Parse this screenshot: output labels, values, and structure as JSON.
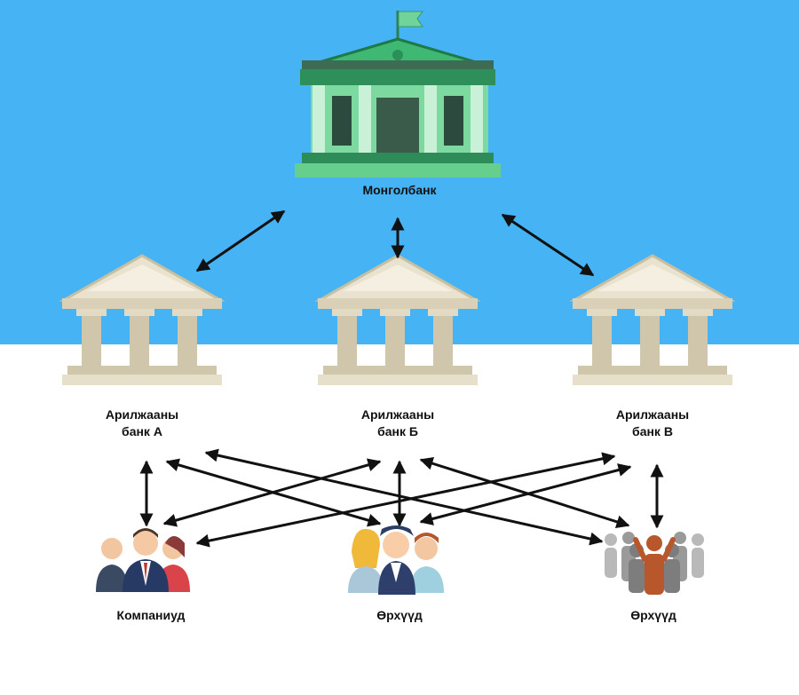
{
  "diagram": {
    "central_bank": {
      "label": "Монголбанк"
    },
    "banks": [
      {
        "label_line1": "Арилжааны",
        "label_line2": "банк А"
      },
      {
        "label_line1": "Арилжааны",
        "label_line2": "банк Б"
      },
      {
        "label_line1": "Арилжааны",
        "label_line2": "банк В"
      }
    ],
    "clients": [
      {
        "label": "Компаниуд"
      },
      {
        "label": "Өрхүүд"
      },
      {
        "label": "Өрхүүд"
      }
    ]
  },
  "colors": {
    "sky": "#46b3f5",
    "central_bank_green": "#3fb873",
    "bank_beige": "#d8d0ba",
    "arrow": "#111111"
  },
  "icons": [
    "flag-icon",
    "central-bank-building-icon",
    "bank-building-icon",
    "business-people-icon",
    "family-icon",
    "crowd-icon"
  ]
}
